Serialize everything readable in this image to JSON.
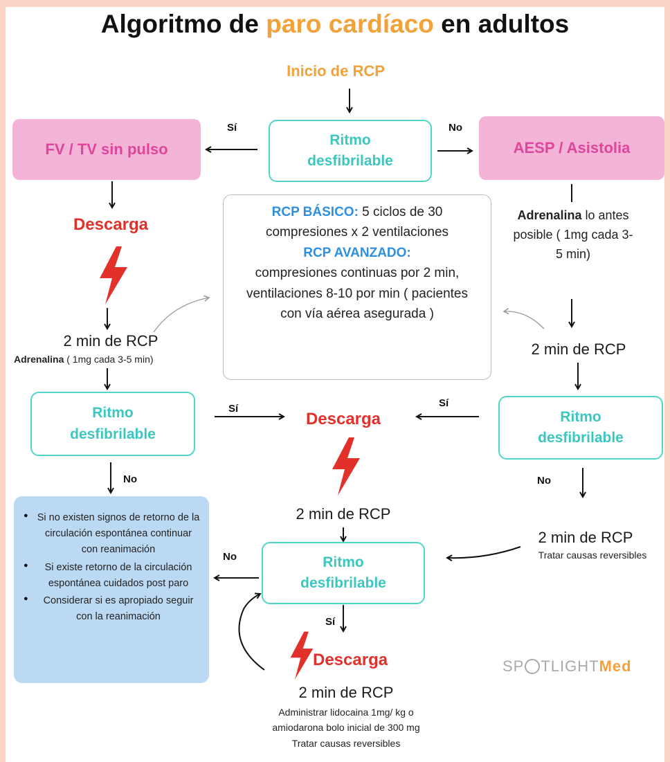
{
  "title": {
    "part1": "Algoritmo de ",
    "accent": "paro cardíaco",
    "part2": " en adultos"
  },
  "start": "Inicio de RCP",
  "rhythm1": {
    "line1": "Ritmo",
    "line2": "desfibrilable"
  },
  "branch_yes": "Sí",
  "branch_no": "No",
  "left_box": "FV / TV sin pulso",
  "right_box": "AESP / Asistolia",
  "shock": "Descarga",
  "rcp_2min": "2 min de RCP",
  "left_adrenaline": {
    "bold": "Adrenalina",
    "rest": " ( 1mg cada 3-5 min)"
  },
  "right_adrenaline": {
    "bold": "Adrenalina",
    "rest": " lo antes posible ( 1mg cada 3-5 min)"
  },
  "info": {
    "basic_label": "RCP BÁSICO:",
    "basic_text": " 5 ciclos de 30 compresiones x 2 ventilaciones",
    "advanced_label": "RCP AVANZADO:",
    "advanced_text": "compresiones continuas por 2 min, ventilaciones 8-10 por min ( pacientes con vía aérea asegurada )"
  },
  "reversible": "Tratar causas reversibles",
  "notes": [
    "Si no existen signos de retorno de la circulación espontánea continuar con reanimación",
    "Si existe retorno de la circulación espontánea cuidados post paro",
    "Considerar si es apropiado seguir con la reanimación"
  ],
  "bottom_text": {
    "line1": "Administrar lidocaina 1mg/ kg o",
    "line2": "amiodarona bolo inicial de 300 mg",
    "line3": "Tratar causas reversibles"
  },
  "logo": {
    "part1": "SP",
    "part2": "TLIGHT",
    "accent": "Med"
  },
  "colors": {
    "pink": "#f4b4d8",
    "teal": "#3cc6c0",
    "red": "#e2302b",
    "orange": "#f2a23a",
    "blue": "#bcd9f3"
  }
}
